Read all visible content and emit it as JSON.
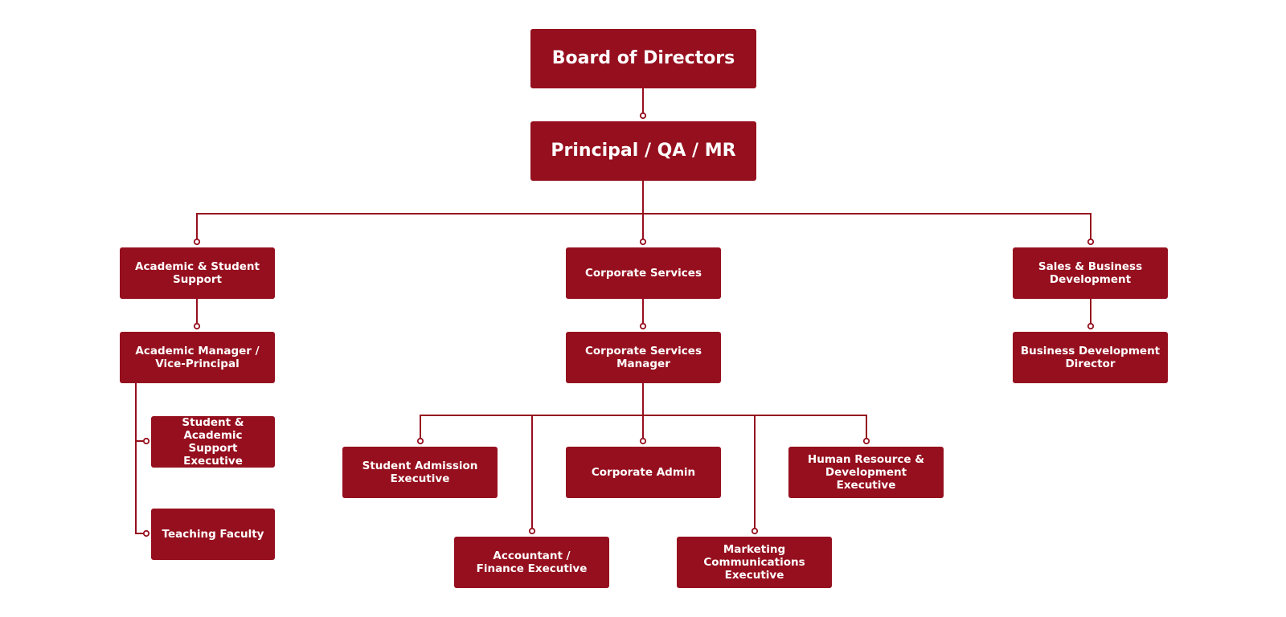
{
  "colors": {
    "node_fill": "#960f1e",
    "node_text": "#ffffff",
    "connector": "#960f1e",
    "background": "#ffffff"
  },
  "org_chart": {
    "board": "Board of Directors",
    "principal": "Principal / QA / MR",
    "departments": {
      "academic": {
        "label": "Academic & Student\nSupport",
        "manager": "Academic Manager /\nVice-Principal",
        "reports": [
          "Student &\nAcademic Support\nExecutive",
          "Teaching Faculty"
        ]
      },
      "corporate": {
        "label": "Corporate Services",
        "manager": "Corporate Services\nManager",
        "reports": [
          "Student Admission\nExecutive",
          "Accountant /\nFinance Executive",
          "Corporate Admin",
          "Marketing\nCommunications\nExecutive",
          "Human Resource &\nDevelopment\nExecutive"
        ]
      },
      "sales": {
        "label": "Sales & Business\nDevelopment",
        "manager": "Business Development\nDirector"
      }
    }
  }
}
